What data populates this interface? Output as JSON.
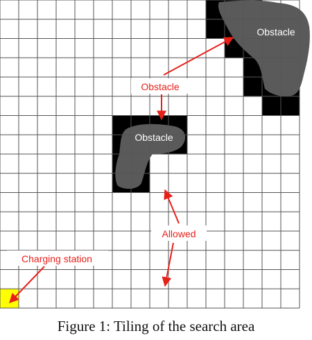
{
  "grid": {
    "columns": 16,
    "rows": 16
  },
  "colors": {
    "grid_line": "#555555",
    "blocked_cell": "#000000",
    "obstacle_fill": "#5a5a5a",
    "charging_cell": "#ffff00",
    "annotation": "#e8201a",
    "label_background": "#ffffff"
  },
  "blocked_cells": [
    [
      11,
      0
    ],
    [
      12,
      0
    ],
    [
      13,
      0
    ],
    [
      11,
      1
    ],
    [
      12,
      1
    ],
    [
      13,
      1
    ],
    [
      14,
      1
    ],
    [
      15,
      1
    ],
    [
      12,
      2
    ],
    [
      13,
      2
    ],
    [
      14,
      2
    ],
    [
      15,
      2
    ],
    [
      13,
      3
    ],
    [
      14,
      3
    ],
    [
      15,
      3
    ],
    [
      13,
      4
    ],
    [
      14,
      4
    ],
    [
      15,
      4
    ],
    [
      14,
      5
    ],
    [
      15,
      5
    ],
    [
      6,
      6
    ],
    [
      7,
      6
    ],
    [
      8,
      6
    ],
    [
      9,
      6
    ],
    [
      6,
      7
    ],
    [
      7,
      7
    ],
    [
      8,
      7
    ],
    [
      9,
      7
    ],
    [
      6,
      8
    ],
    [
      7,
      8
    ],
    [
      6,
      9
    ],
    [
      7,
      9
    ]
  ],
  "charging_cell": [
    0,
    15
  ],
  "labels": {
    "obstacle_top": "Obstacle",
    "obstacle_middle_red": "Obstacle",
    "obstacle_center": "Obstacle",
    "allowed": "Allowed",
    "charging_station": "Charging station"
  },
  "caption": "Figure 1: Tiling of the search area"
}
